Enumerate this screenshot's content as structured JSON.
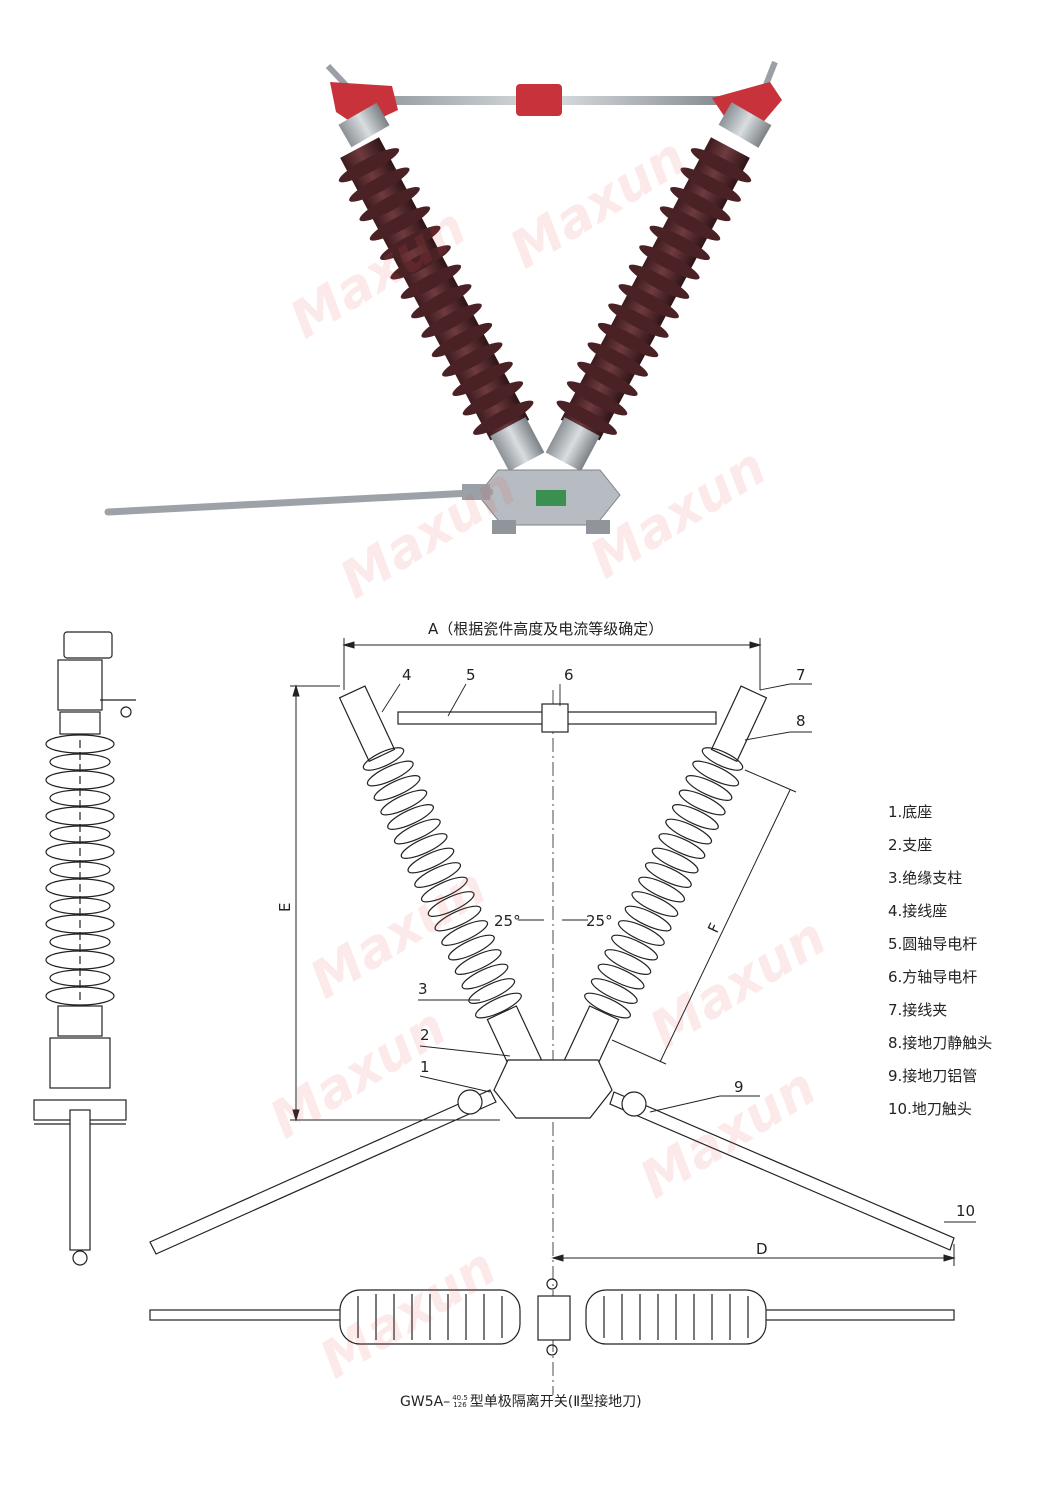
{
  "dimension_labels": {
    "A": "A（根据瓷件高度及电流等级确定）",
    "E": "E",
    "F": "F",
    "D": "D",
    "angle_left": "25°",
    "angle_right": "25°"
  },
  "part_callouts": [
    "1",
    "2",
    "3",
    "4",
    "5",
    "6",
    "7",
    "8",
    "9",
    "10"
  ],
  "legend": [
    "1.底座",
    "2.支座",
    "3.绝缘支柱",
    "4.接线座",
    "5.圆轴导电杆",
    "6.方轴导电杆",
    "7.接线夹",
    "8.接地刀静触头",
    "9.接地刀铝管",
    "10.地刀触头"
  ],
  "caption": {
    "prefix": "GW5A–",
    "sup": "40.5",
    "sub": "126",
    "suffix": "型单极隔离开关(Ⅱ型接地刀)"
  },
  "watermark": "Maxun",
  "colors": {
    "insulator": "#5a2a2e",
    "metal": "#b9bfc4",
    "red_part": "#c8323a",
    "line": "#222222",
    "watermark": "#e75050"
  }
}
